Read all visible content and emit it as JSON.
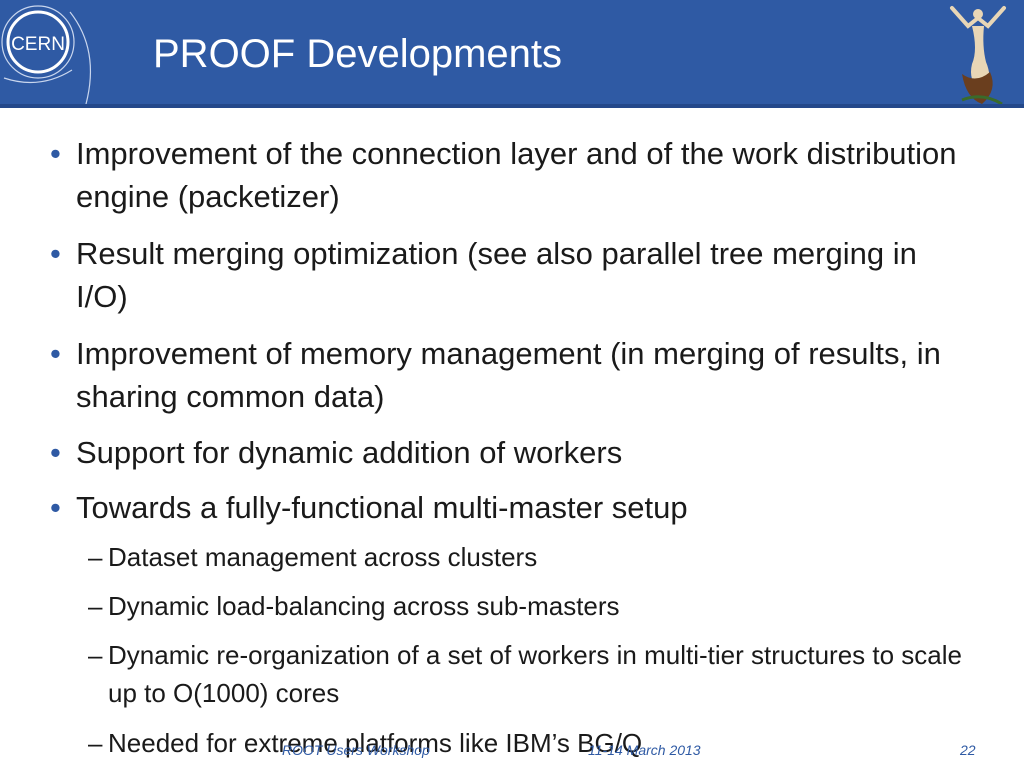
{
  "slide": {
    "title": "PROOF Developments",
    "logo_text": "CERN",
    "page_number": "22",
    "footer_left": "ROOT Users Workshop",
    "footer_date": "11-14 March 2013"
  },
  "bullets": [
    {
      "mark": "•",
      "text": "Improvement of the connection layer and of the work distribution engine (packetizer)"
    },
    {
      "mark": "•",
      "text": "Result merging optimization (see also parallel tree merging in I/O)"
    },
    {
      "mark": "•",
      "text": "Improvement of memory management (in merging of results, in sharing common data)"
    },
    {
      "mark": "•",
      "text": "Support for dynamic addition of workers"
    },
    {
      "mark": "•",
      "text": "Towards a fully-functional multi-master setup"
    }
  ],
  "subbullets": [
    {
      "mark": "–",
      "text": "Dataset management across clusters"
    },
    {
      "mark": "–",
      "text": "Dynamic load-balancing across sub-masters"
    },
    {
      "mark": "–",
      "text": "Dynamic re-organization of a set of workers in multi-tier structures to scale up to O(1000) cores"
    },
    {
      "mark": "–",
      "text": "Needed for extreme platforms like IBM’s BG/Q"
    }
  ]
}
